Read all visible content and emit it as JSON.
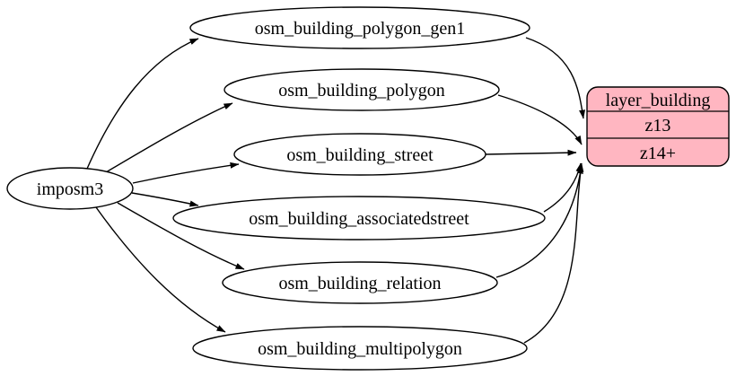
{
  "diagram": {
    "kind": "etl-graph",
    "background_color": "#ffffff",
    "node_fill_color": "#ffffff",
    "edge_color": "#000000",
    "text_color": "#000000",
    "nodes": {
      "imposm3": {
        "label": "imposm3",
        "shape": "ellipse"
      },
      "osm_building_polygon_gen1": {
        "label": "osm_building_polygon_gen1",
        "shape": "ellipse"
      },
      "osm_building_polygon": {
        "label": "osm_building_polygon",
        "shape": "ellipse"
      },
      "osm_building_street": {
        "label": "osm_building_street",
        "shape": "ellipse"
      },
      "osm_building_associatedstreet": {
        "label": "osm_building_associatedstreet",
        "shape": "ellipse"
      },
      "osm_building_relation": {
        "label": "osm_building_relation",
        "shape": "ellipse"
      },
      "osm_building_multipolygon": {
        "label": "osm_building_multipolygon",
        "shape": "ellipse"
      },
      "layer_building": {
        "shape": "record",
        "title": "layer_building",
        "rows": [
          "z13",
          "z14+"
        ],
        "fill": "#FFB6C1",
        "stroke": "#000000"
      }
    },
    "edges": [
      {
        "from": "imposm3",
        "to": "osm_building_polygon_gen1"
      },
      {
        "from": "imposm3",
        "to": "osm_building_polygon"
      },
      {
        "from": "imposm3",
        "to": "osm_building_street"
      },
      {
        "from": "imposm3",
        "to": "osm_building_associatedstreet"
      },
      {
        "from": "imposm3",
        "to": "osm_building_relation"
      },
      {
        "from": "imposm3",
        "to": "osm_building_multipolygon"
      },
      {
        "from": "osm_building_polygon_gen1",
        "to": "layer_building:z13"
      },
      {
        "from": "osm_building_polygon",
        "to": "layer_building:z14+"
      },
      {
        "from": "osm_building_street",
        "to": "layer_building:z14+"
      },
      {
        "from": "osm_building_associatedstreet",
        "to": "layer_building:z14+"
      },
      {
        "from": "osm_building_relation",
        "to": "layer_building:z14+"
      },
      {
        "from": "osm_building_multipolygon",
        "to": "layer_building:z14+"
      }
    ]
  }
}
